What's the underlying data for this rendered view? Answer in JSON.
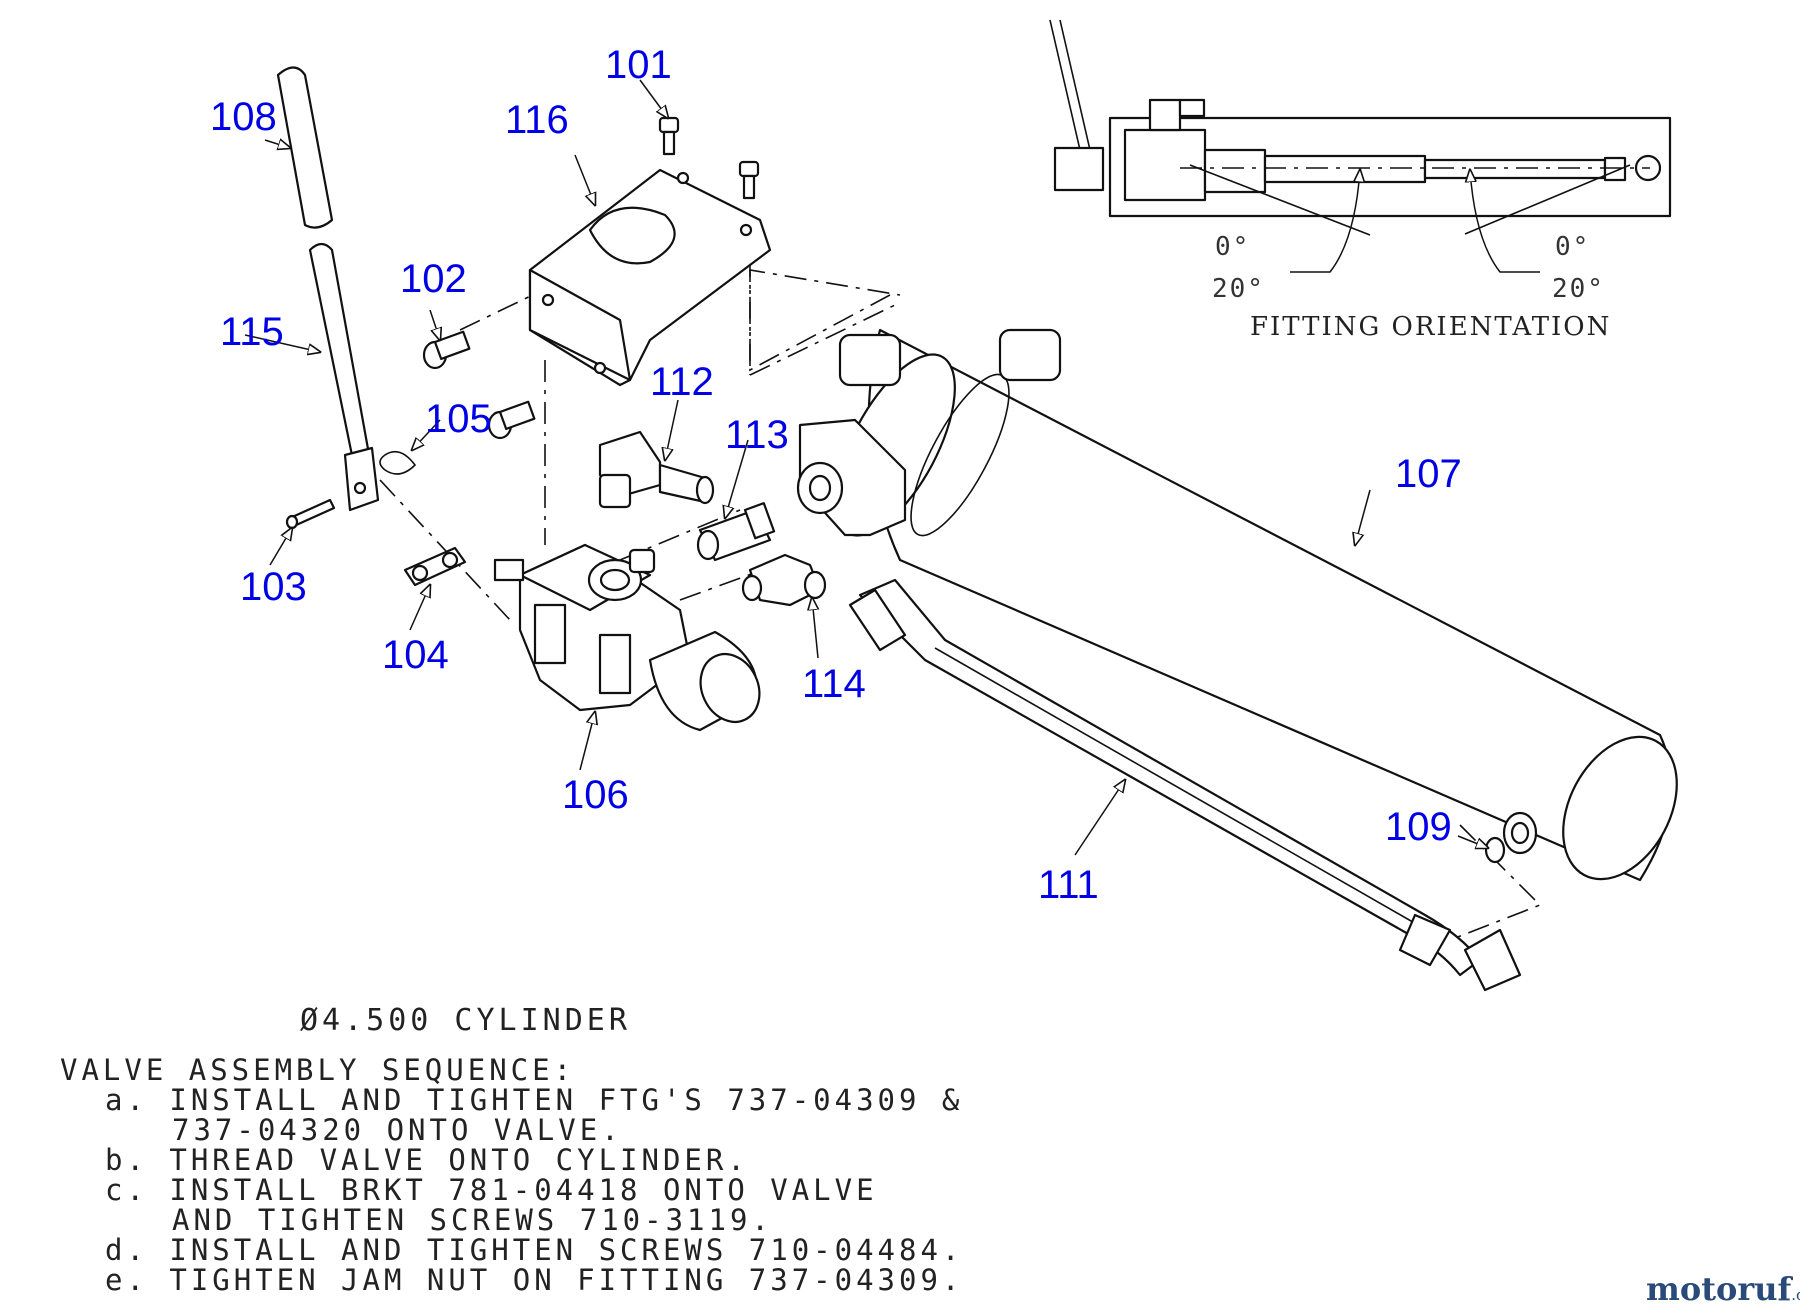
{
  "callouts": {
    "p101": "101",
    "p102": "102",
    "p103": "103",
    "p104": "104",
    "p105": "105",
    "p106": "106",
    "p107": "107",
    "p108": "108",
    "p109": "109",
    "p111": "111",
    "p112": "112",
    "p113": "113",
    "p114": "114",
    "p115": "115",
    "p116": "116"
  },
  "inset": {
    "angle_left_top": "0°",
    "angle_left_bottom": "20°",
    "angle_right_top": "0°",
    "angle_right_bottom": "20°",
    "caption": "FITTING ORIENTATION"
  },
  "cylinder_title": "Ø4.500 CYLINDER",
  "notes": {
    "heading": "VALVE ASSEMBLY SEQUENCE:",
    "a1": "a. INSTALL AND TIGHTEN FTG'S 737-04309 &",
    "a2": "737-04320 ONTO VALVE.",
    "b": "b. THREAD VALVE ONTO CYLINDER.",
    "c1": "c. INSTALL BRKT 781-04418 ONTO VALVE",
    "c2": "AND TIGHTEN SCREWS 710-3119.",
    "d": "d. INSTALL AND TIGHTEN SCREWS 710-04484.",
    "e": "e. TIGHTEN JAM NUT ON FITTING 737-04309."
  },
  "watermark": {
    "name": "motoruf",
    "tld": ".de"
  }
}
